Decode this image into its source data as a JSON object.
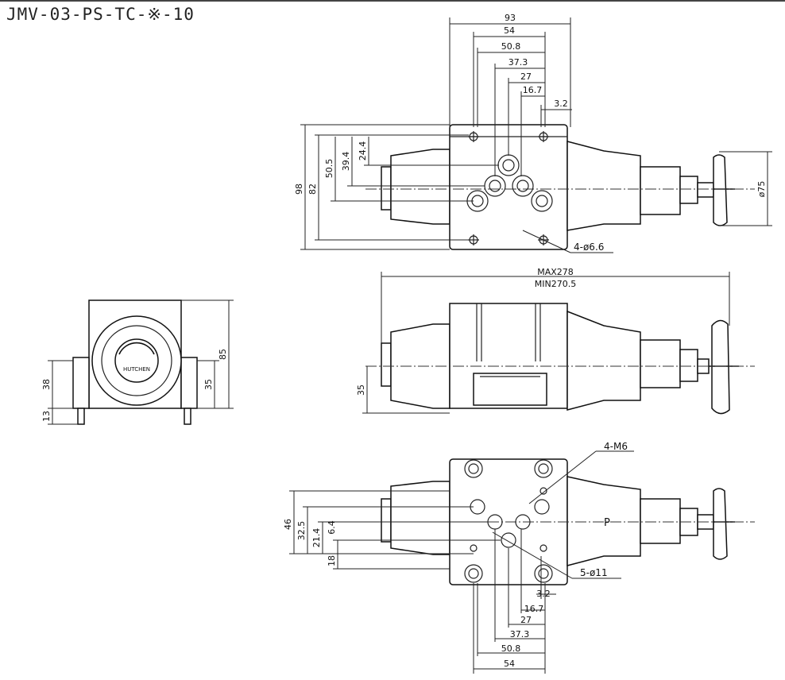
{
  "drawing": {
    "title": "JMV-03-PS-TC-※-10",
    "top_view": {
      "dims_top": [
        "93",
        "54",
        "50.8",
        "37.3",
        "27",
        "16.7",
        "3.2"
      ],
      "dims_left": [
        "98",
        "82",
        "50.5",
        "39.4",
        "24.4"
      ],
      "hole_callout": "4-ø6.6",
      "handwheel_dia": "ø75"
    },
    "front_view": {
      "max_length": "MAX278",
      "min_length": "MIN270.5",
      "height": "35"
    },
    "side_view": {
      "height_total": "85",
      "height_center": "35",
      "dim_38": "38",
      "dim_13": "13",
      "badge_text": "HUTCHEN"
    },
    "bottom_view": {
      "thread_callout": "4-M6",
      "port_callout": "5-ø11",
      "port_label": "P",
      "dims_left": [
        "46",
        "32.5",
        "21.4",
        "6.4",
        "18"
      ],
      "dims_bottom": [
        "3.2",
        "16.7",
        "27",
        "37.3",
        "50.8",
        "54"
      ]
    }
  }
}
